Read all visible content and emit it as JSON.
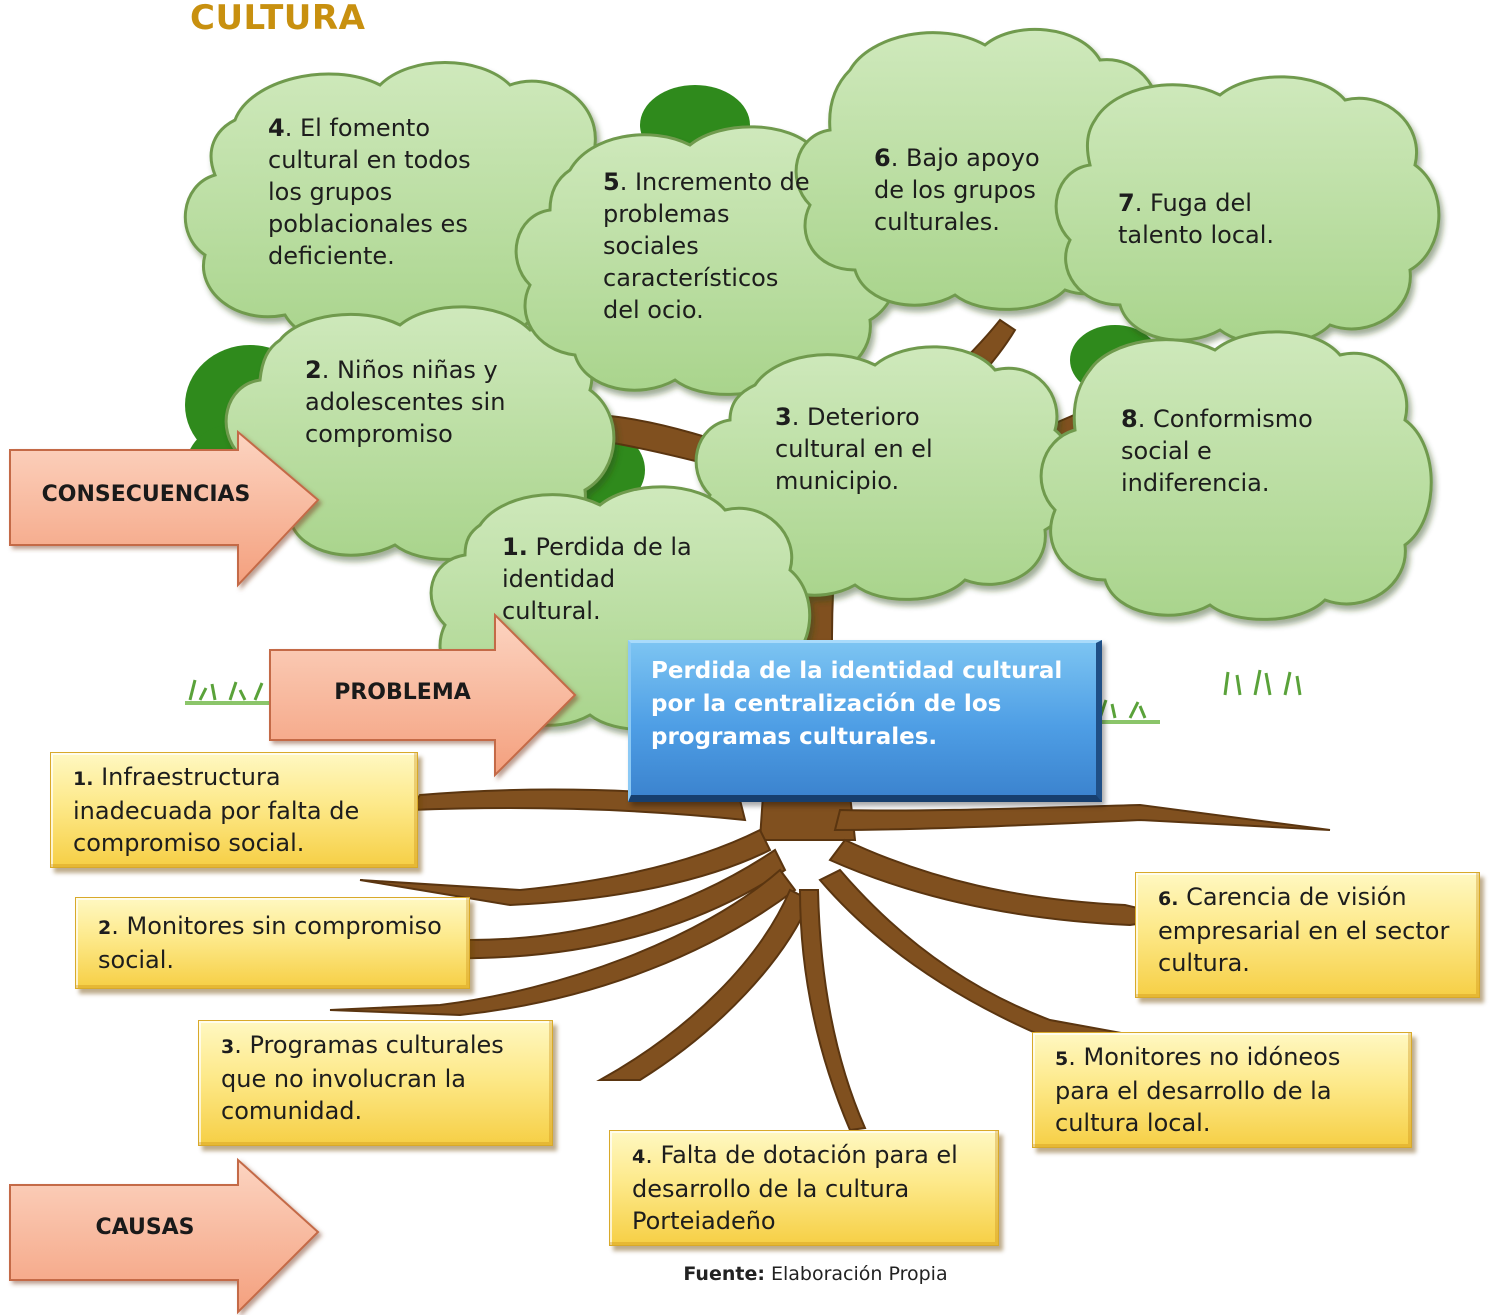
{
  "title": "CULTURA",
  "labels": {
    "consequences": "CONSECUENCIAS",
    "problem": "PROBLEMA",
    "causes": "CAUSAS"
  },
  "problem_statement": "Perdida de la identidad cultural por la centralización de los programas culturales.",
  "consequences": [
    {
      "num": "1.",
      "text": " Perdida de la identidad cultural."
    },
    {
      "num": "2",
      "text": ". Niños niñas y adolescentes sin compromiso"
    },
    {
      "num": "3",
      "text": ". Deterioro cultural en el municipio."
    },
    {
      "num": "4",
      "text": ". El fomento cultural en todos los grupos poblacionales es deficiente."
    },
    {
      "num": "5",
      "text": ". Incremento de problemas sociales característicos del ocio."
    },
    {
      "num": "6",
      "text": ". Bajo apoyo de los grupos culturales."
    },
    {
      "num": "7",
      "text": ". Fuga del talento local."
    },
    {
      "num": "8",
      "text": ". Conformismo social e indiferencia."
    }
  ],
  "causes": [
    {
      "num": "1.",
      "text": " Infraestructura inadecuada por falta de compromiso social."
    },
    {
      "num": "2",
      "text": ". Monitores sin compromiso social."
    },
    {
      "num": "3",
      "text": ". Programas culturales que no involucran la comunidad."
    },
    {
      "num": "4",
      "text": ". Falta de dotación para el desarrollo de la cultura Porteiadeño"
    },
    {
      "num": "5",
      "text": ". Monitores no idóneos para el desarrollo de la cultura local."
    },
    {
      "num": "6.",
      "text": " Carencia de visión empresarial en el sector cultura."
    }
  ],
  "source": {
    "label": "Fuente:",
    "text": " Elaboración Propia"
  },
  "colors": {
    "title": "#c8900f",
    "cloud_fill": "#b9dea0",
    "cloud_stroke": "#6f9a4e",
    "trunk": "#80501f",
    "cause_box": "#fde98a",
    "problem_box": "#4e9ee5",
    "arrow": "#f9b59a"
  }
}
